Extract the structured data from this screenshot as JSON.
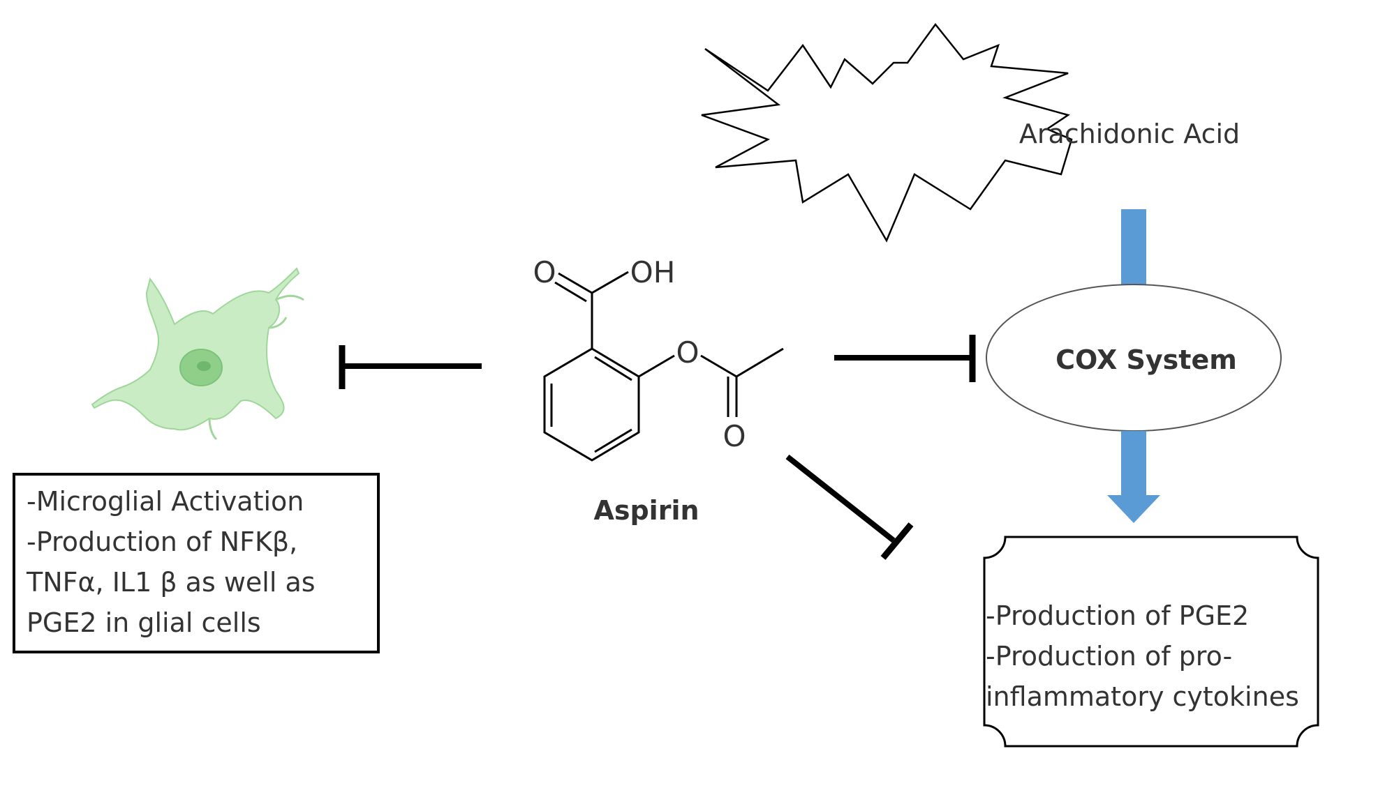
{
  "nodes": {
    "arachidonic_acid": "Arachidonic Acid",
    "cox_system": "COX System",
    "aspirin": "Aspirin"
  },
  "molecule": {
    "carbonyl_o": "O",
    "hydroxyl": "OH",
    "ester_o": "O",
    "acetyl_o": "O"
  },
  "microglia_box": {
    "lines": [
      "-Microglial Activation",
      "-Production of NFKβ,",
      "TNFα, IL1 β as well as",
      "PGE2 in glial cells"
    ]
  },
  "cox_output_box": {
    "lines": [
      "-Production of PGE2",
      "-Production of pro-",
      "inflammatory cytokines"
    ]
  },
  "colors": {
    "arrow_blue": "#5b9bd5",
    "microglia_green": "#c9ecc4",
    "microglia_outline": "#9fd69a",
    "nucleus": "#8fcf8a",
    "ink": "#000000",
    "text": "#333333"
  }
}
